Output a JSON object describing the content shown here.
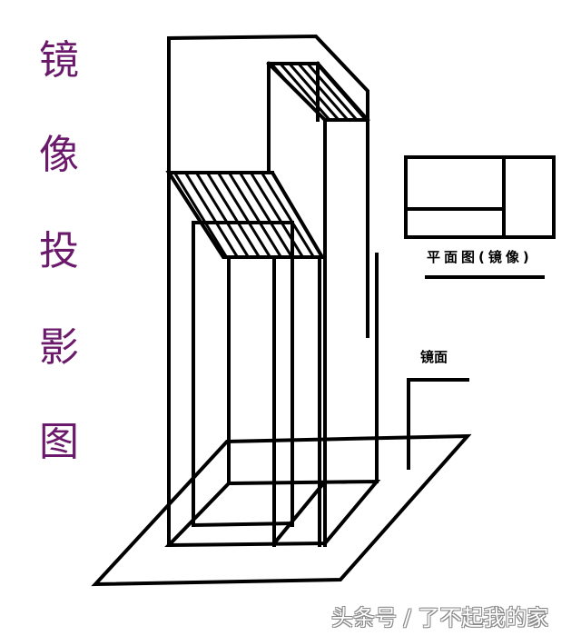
{
  "title": {
    "chars": [
      "镜",
      "像",
      "投",
      "影",
      "图"
    ],
    "color": "#6b1a6b"
  },
  "plan_view": {
    "caption": "平面图(镜像)"
  },
  "mirror": {
    "label": "镜面"
  },
  "watermark": {
    "text": "头条号 / 了不起我的家"
  },
  "drawing": {
    "line_color": "#000000",
    "background": "#ffffff"
  }
}
